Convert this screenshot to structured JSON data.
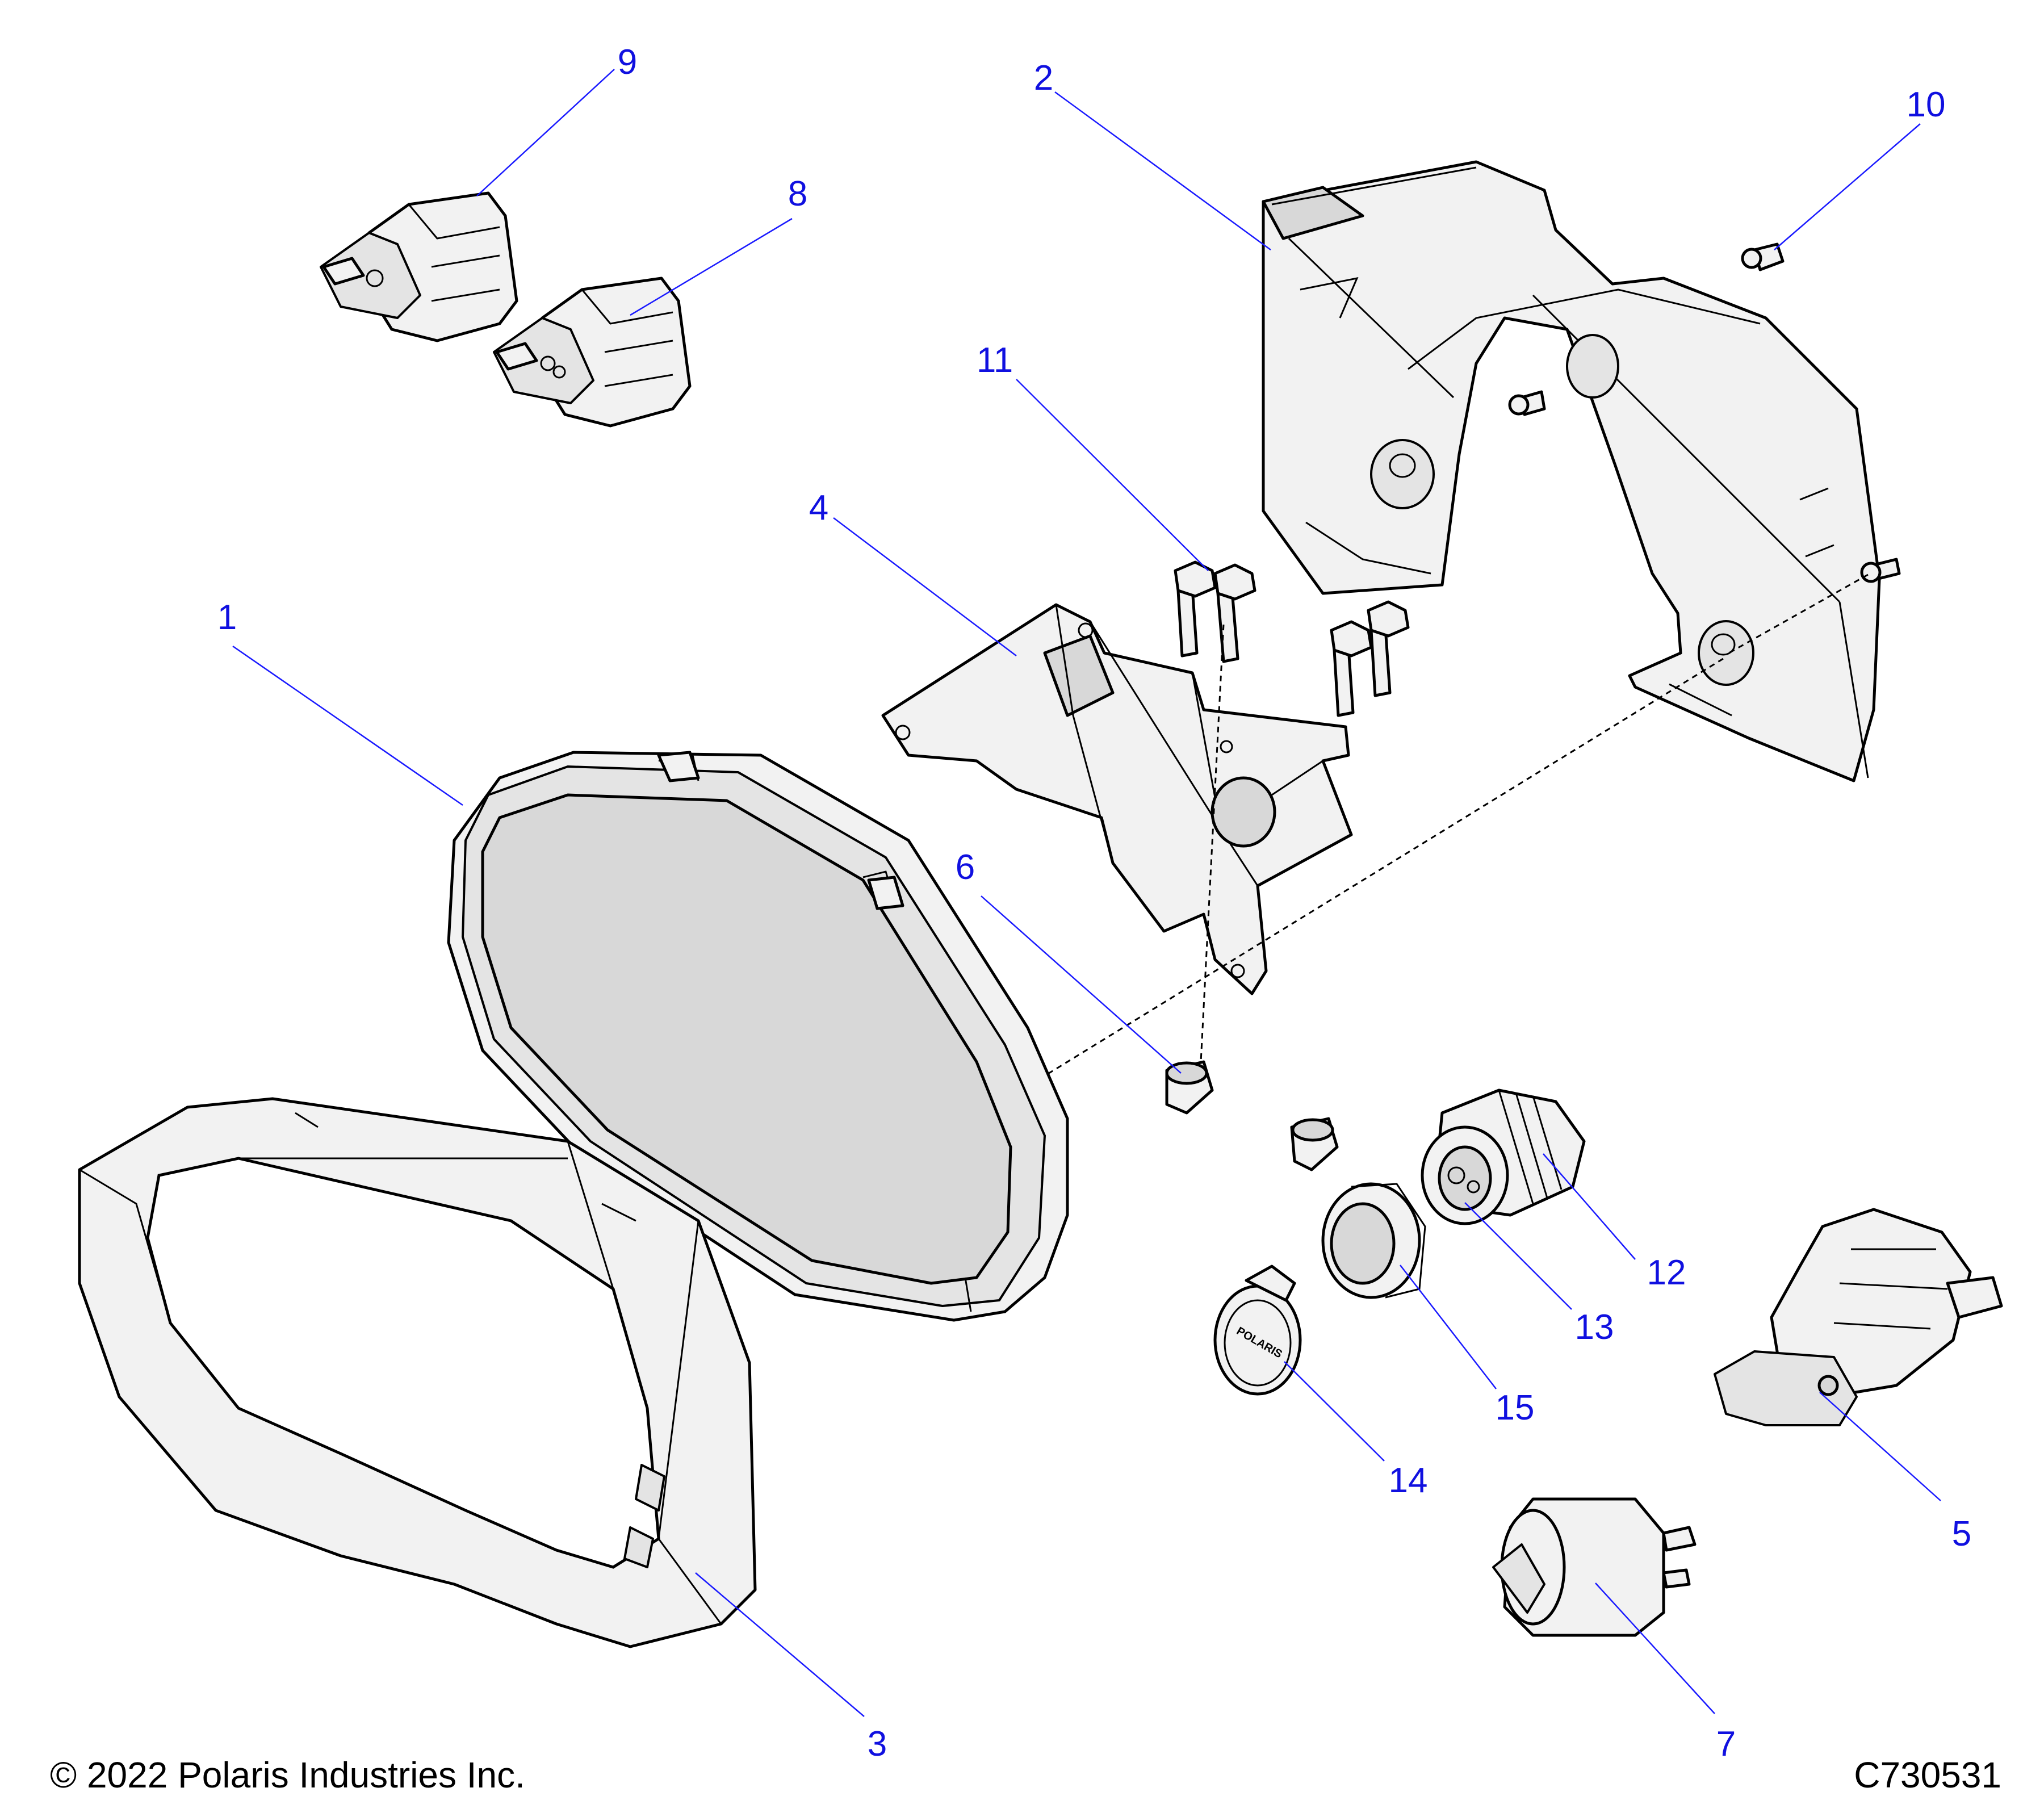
{
  "callouts": [
    {
      "id": "1",
      "label": "1"
    },
    {
      "id": "2",
      "label": "2"
    },
    {
      "id": "3",
      "label": "3"
    },
    {
      "id": "4",
      "label": "4"
    },
    {
      "id": "5",
      "label": "5"
    },
    {
      "id": "6",
      "label": "6"
    },
    {
      "id": "7",
      "label": "7"
    },
    {
      "id": "8",
      "label": "8"
    },
    {
      "id": "9",
      "label": "9"
    },
    {
      "id": "10",
      "label": "10"
    },
    {
      "id": "11",
      "label": "11"
    },
    {
      "id": "12",
      "label": "12"
    },
    {
      "id": "13",
      "label": "13"
    },
    {
      "id": "14",
      "label": "14"
    },
    {
      "id": "15",
      "label": "15"
    }
  ],
  "footer": {
    "copyright": "© 2022 Polaris Industries Inc.",
    "drawing_number": "C730531"
  },
  "logo_text": "POLARIS",
  "colors": {
    "callout": "#1010e0",
    "outline": "#000000",
    "fill": "#f2f2f2"
  }
}
